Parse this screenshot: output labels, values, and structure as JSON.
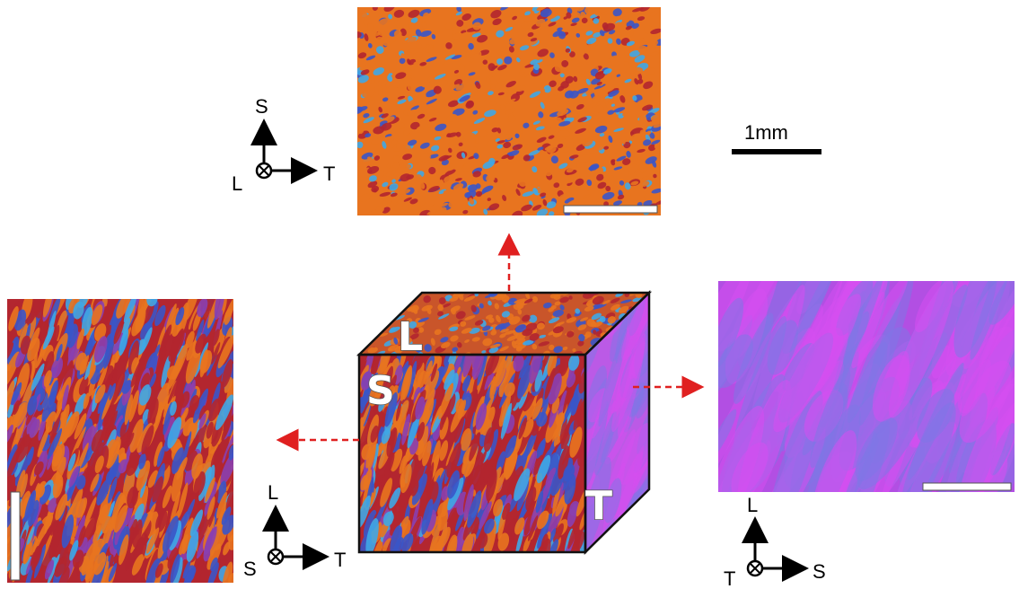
{
  "scale_bar": {
    "label": "1mm"
  },
  "cube": {
    "top_face_label": "L",
    "front_face_label": "S",
    "side_face_label": "T"
  },
  "axes": {
    "top_image": {
      "up": "S",
      "right": "T",
      "out": "L"
    },
    "left_image": {
      "up": "L",
      "right": "T",
      "out": "S"
    },
    "right_image": {
      "up": "L",
      "right": "S",
      "out": "T"
    }
  },
  "colors": {
    "grain_orange": "#e8741f",
    "grain_red": "#b3262f",
    "grain_blue": "#3a55c8",
    "grain_cyan": "#3fa7e6",
    "grain_violet": "#8a3fb0",
    "t_plane_magenta": "#d64ef0",
    "t_plane_blue": "#7f76e6",
    "arrow_red": "#e02020"
  },
  "icons": {
    "out_of_plane": "circle-cross-icon",
    "scale": "scale-bar-icon",
    "view_direction": "dashed-red-arrow-icon"
  }
}
